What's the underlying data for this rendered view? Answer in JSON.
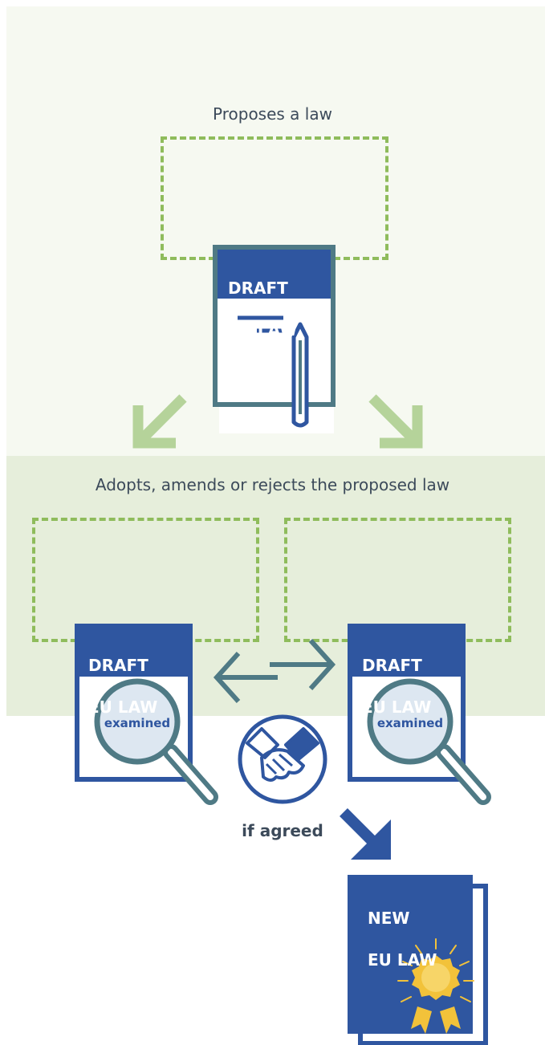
{
  "stage_top": {
    "caption": "Proposes a law"
  },
  "stage_mid": {
    "caption": "Adopts, amends or rejects the proposed law"
  },
  "draft_doc": {
    "line1": "DRAFT",
    "line2": "EU LAW"
  },
  "examined_left": {
    "line1": "DRAFT",
    "line2": "EU LAW",
    "stamp": "examined"
  },
  "examined_right": {
    "line1": "DRAFT",
    "line2": "EU LAW",
    "stamp": "examined"
  },
  "agreement": {
    "caption": "if agreed"
  },
  "new_law": {
    "line1": "NEW",
    "line2": "EU LAW"
  },
  "colors": {
    "band_top": "#f6f9f1",
    "band_mid": "#e6eedb",
    "dashed_outline": "#8fbc5c",
    "light_arrow": "#b5d39a",
    "doc_blue": "#2f56a0",
    "slate": "#4f7a85",
    "seal_gold": "#f2c23a"
  },
  "icons": [
    "document-icon",
    "pen-icon",
    "magnifier-icon",
    "handshake-icon",
    "seal-icon",
    "arrow-icon"
  ]
}
